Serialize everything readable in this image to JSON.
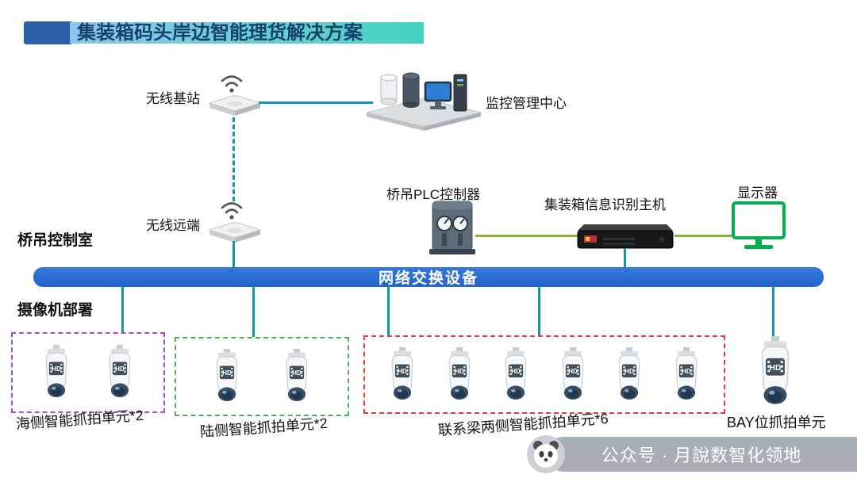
{
  "header": {
    "title": "集装箱码头岸边智能理货解决方案"
  },
  "nodes": {
    "wireless_base": "无线基站",
    "monitoring_center": "监控管理中心",
    "wireless_remote": "无线远端",
    "crane_control_room": "桥吊控制室",
    "plc_controller": "桥吊PLC控制器",
    "recognition_host": "集装箱信息识别主机",
    "display": "显示器",
    "network_switch": "网络交换设备",
    "camera_deployment": "摄像机部署"
  },
  "camera_groups": [
    {
      "id": "sea-side",
      "label": "海侧智能抓拍单元*2",
      "camera_count": 2,
      "border_color": "#a14fd1"
    },
    {
      "id": "land-side",
      "label": "陆侧智能抓拍单元*2",
      "camera_count": 2,
      "border_color": "#45b54c"
    },
    {
      "id": "beam-sides",
      "label": "联系梁两侧智能抓拍单元*6",
      "camera_count": 6,
      "border_color": "#e23c3c"
    },
    {
      "id": "bay",
      "label": "BAY位抓拍单元",
      "camera_count": 1,
      "border_color": "none"
    }
  ],
  "camera": {
    "hd_label": "HD"
  },
  "watermark": {
    "text": "公众号 · 月說数智化领地"
  },
  "colors": {
    "link_line": "#1495ab",
    "plc_link_line": "#86b23c",
    "switch_bar": "#2a6fd2",
    "monitor_outline": "#00b050",
    "header_accent": "#2a5fa8",
    "header_gradient_start": "#8cc6ec",
    "header_gradient_end": "#43d3c2"
  }
}
